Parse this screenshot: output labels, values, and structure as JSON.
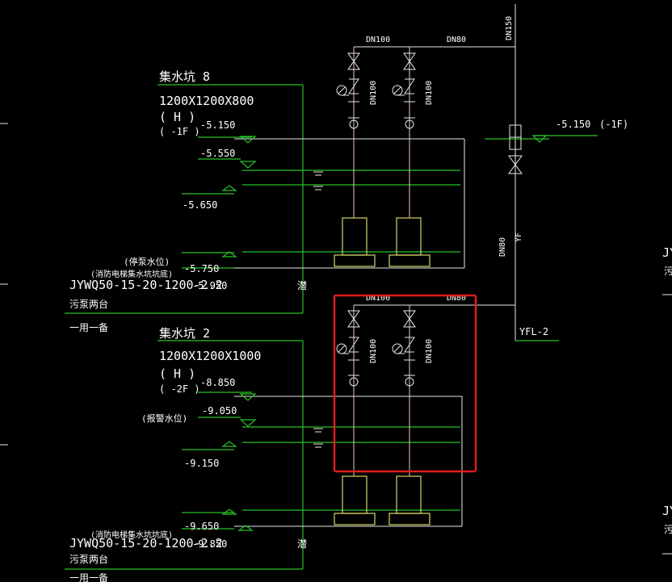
{
  "pipes": {
    "dn150": "DN150",
    "dn100": "DN100",
    "dn80": "DN80",
    "yf": "YF",
    "yfl2": "YFL-2"
  },
  "upper_pit": {
    "name": "集水坑 8",
    "dims": "1200X1200X800",
    "h": "( H )",
    "floor": "( -1F )",
    "levels": [
      "-5.150",
      "-5.550",
      "-5.650",
      "-5.750"
    ],
    "stop_level_label": "(停泵水位)",
    "pump_model": "JYWQ50-15-20-1200-2.2",
    "pump_note": "污泵两台",
    "duty": "一用一备",
    "float_note": "(消防电梯集水坑坑底)",
    "depth_value": "-5.950",
    "submersible": "潜",
    "right_level": "-5.150",
    "right_floor": "(-1F)"
  },
  "lower_pit": {
    "name": "集水坑 2",
    "dims": "1200X1200X1000",
    "h": "( H )",
    "floor": "( -2F )",
    "levels": [
      "-8.850",
      "-9.050",
      "-9.150",
      "-9.650"
    ],
    "alarm_level_label": "(报警水位)",
    "pump_model": "JYWQ50-15-20-1200-2.2",
    "pump_note": "污泵两台",
    "duty": "一用一备",
    "float_note": "(消防电梯集水坑坑底)",
    "depth_value": "-9.850",
    "submersible": "潜"
  },
  "edge": {
    "right_top": "JY",
    "right_top2": "污",
    "right_bottom": "JY",
    "right_bottom2": "污"
  },
  "colors": {
    "background": "#000000",
    "green_line": "#27c227",
    "white_line": "#e8e8e8",
    "yellow": "#d6d66a",
    "highlight": "#e11d1d"
  }
}
